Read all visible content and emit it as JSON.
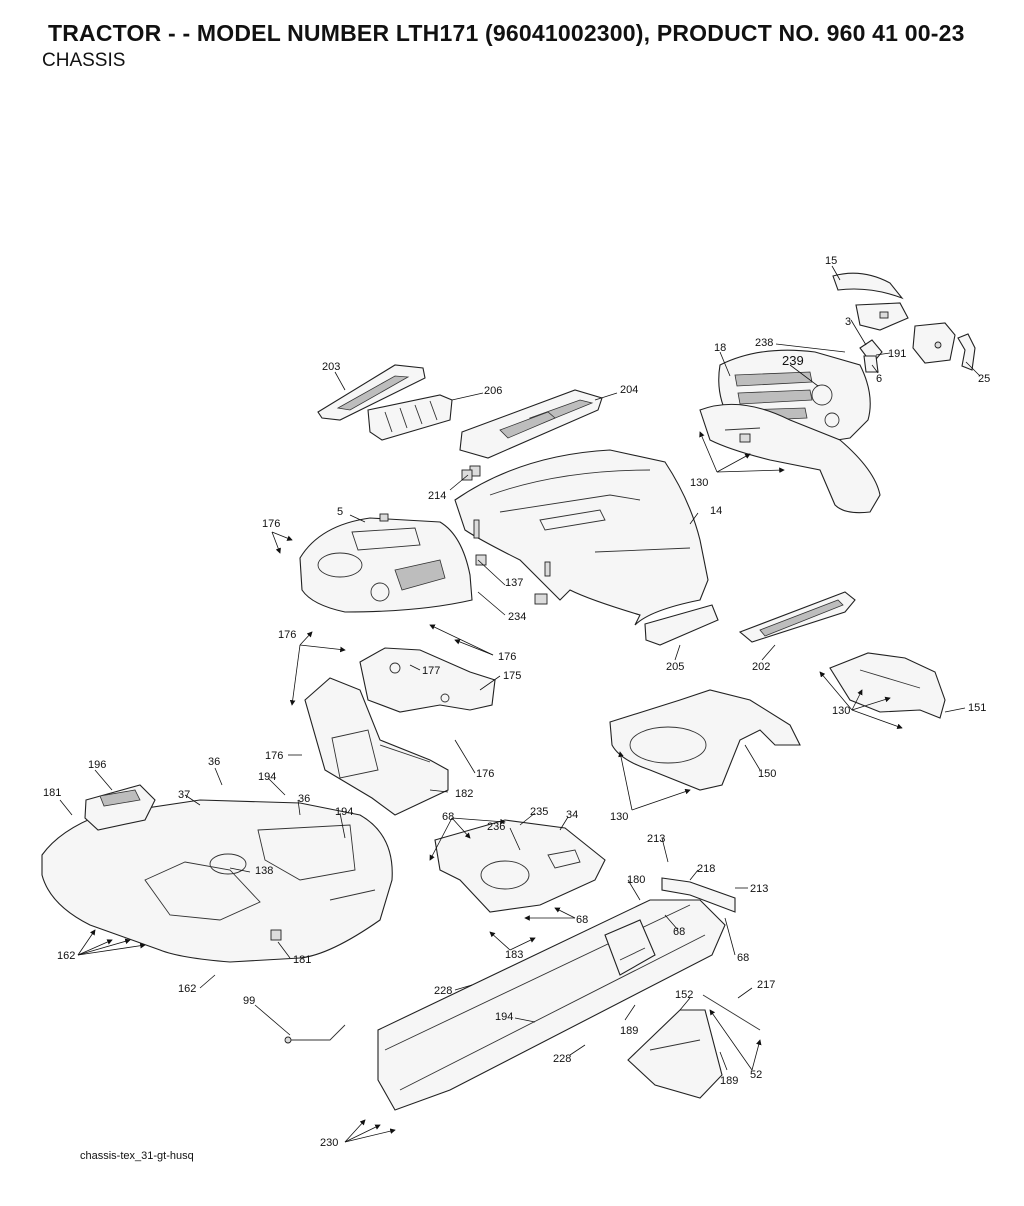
{
  "header": {
    "title": "TRACTOR - - MODEL NUMBER LTH171 (96041002300), PRODUCT NO. 960 41 00-23",
    "subtitle": "CHASSIS"
  },
  "footer": {
    "drawing_id": "chassis-tex_31-gt-husq"
  },
  "callouts": {
    "c15": "15",
    "c3": "3",
    "c191": "191",
    "c6": "6",
    "c25": "25",
    "c238": "238",
    "c239": "239",
    "c18": "18",
    "c203": "203",
    "c206": "206",
    "c204": "204",
    "c130a": "130",
    "c214": "214",
    "c176a": "176",
    "c5": "5",
    "c14": "14",
    "c137": "137",
    "c234": "234",
    "c176b": "176",
    "c176c": "176",
    "c177": "177",
    "c175": "175",
    "c205": "205",
    "c202": "202",
    "c130b": "130",
    "c151": "151",
    "c176d": "176",
    "c176e": "176",
    "c182": "182",
    "c150": "150",
    "c130c": "130",
    "c196": "196",
    "c36a": "36",
    "c194a": "194",
    "c36b": "36",
    "c181a": "181",
    "c37": "37",
    "c194b": "194",
    "c68a": "68",
    "c235": "235",
    "c236": "236",
    "c34": "34",
    "c213a": "213",
    "c218": "218",
    "c213b": "213",
    "c138": "138",
    "c180": "180",
    "c68b": "68",
    "c68c": "68",
    "c68d": "68",
    "c183": "183",
    "c162a": "162",
    "c181b": "181",
    "c162b": "162",
    "c99": "99",
    "c228a": "228",
    "c217": "217",
    "c152": "152",
    "c194c": "194",
    "c189a": "189",
    "c228b": "228",
    "c52": "52",
    "c189b": "189",
    "c230": "230"
  }
}
